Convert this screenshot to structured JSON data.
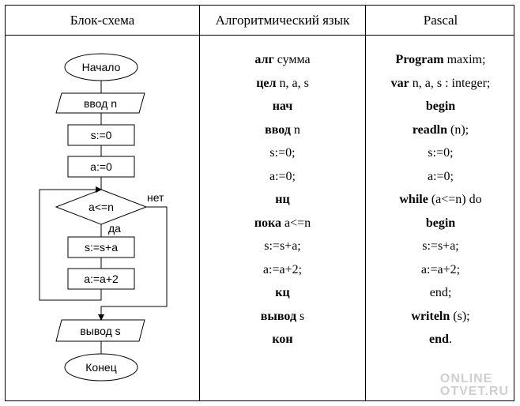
{
  "headers": {
    "flowchart": "Блок-схема",
    "algorithmic": "Алгоритмический язык",
    "pascal": "Pascal"
  },
  "flowchart": {
    "start": "Начало",
    "input": "ввод n",
    "assign_s": "s:=0",
    "assign_a": "a:=0",
    "condition": "a<=n",
    "no_label": "нет",
    "yes_label": "да",
    "sum_step": "s:=s+a",
    "inc_step": "a:=a+2",
    "output": "вывод s",
    "end": "Конец"
  },
  "algorithmic_lines": [
    {
      "kw": "алг",
      "rest": " сумма"
    },
    {
      "kw": "цел",
      "rest": " n, a, s"
    },
    {
      "kw": "нач",
      "rest": ""
    },
    {
      "kw": "ввод",
      "rest": " n"
    },
    {
      "kw": "",
      "rest": "s:=0;"
    },
    {
      "kw": "",
      "rest": "a:=0;"
    },
    {
      "kw": "нц",
      "rest": ""
    },
    {
      "kw": "пока",
      "rest": " a<=n"
    },
    {
      "kw": "",
      "rest": "s:=s+a;"
    },
    {
      "kw": "",
      "rest": "a:=a+2;"
    },
    {
      "kw": "кц",
      "rest": ""
    },
    {
      "kw": "вывод",
      "rest": " s"
    },
    {
      "kw": "кон",
      "rest": ""
    }
  ],
  "pascal_lines": [
    {
      "kw": "Program",
      "rest": " maxim;"
    },
    {
      "kw": "var",
      "rest": " n, a, s : integer;"
    },
    {
      "kw": "begin",
      "rest": ""
    },
    {
      "kw": "readln",
      "rest": " (n);"
    },
    {
      "kw": "",
      "rest": "s:=0;"
    },
    {
      "kw": "",
      "rest": "a:=0;"
    },
    {
      "kw": "while",
      "rest": " (a<=n) do"
    },
    {
      "kw": "begin",
      "rest": ""
    },
    {
      "kw": "",
      "rest": "s:=s+a;"
    },
    {
      "kw": "",
      "rest": "a:=a+2;"
    },
    {
      "kw": "",
      "rest": "end;"
    },
    {
      "kw": "writeln",
      "rest": " (s);"
    },
    {
      "kw": "end",
      "rest": "."
    }
  ],
  "watermark": {
    "line1": "ONLINE",
    "line2": "OTVET.RU"
  }
}
